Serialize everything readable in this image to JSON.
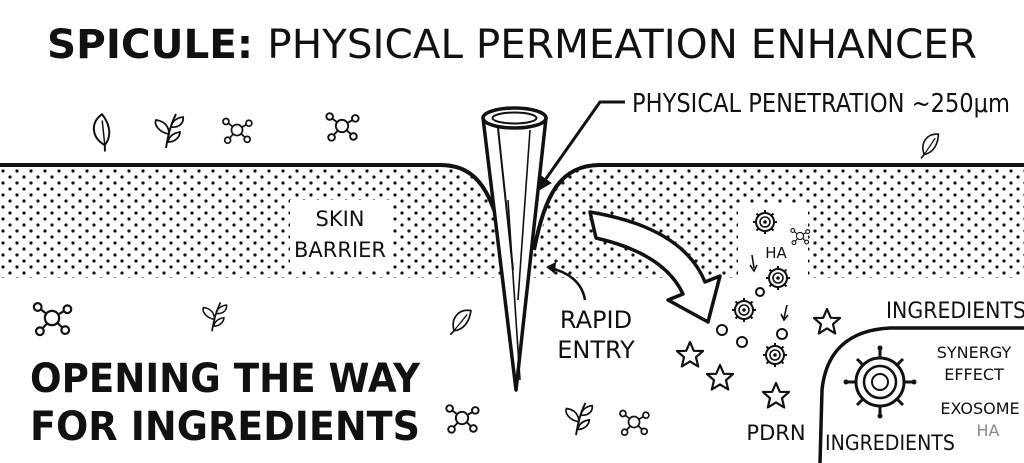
{
  "title": {
    "bold": "SPICULE:",
    "rest": "PHYSICAL PERMEATION ENHANCER"
  },
  "annotations": {
    "penetration": "PHYSICAL PENETRATION ~250μm",
    "skin_barrier_1": "SKIN",
    "skin_barrier_2": "BARRIER",
    "rapid_1": "RAPID",
    "rapid_2": "ENTRY",
    "ha": "HA",
    "pdrn": "PDRN"
  },
  "tagline": {
    "line1": "OPENING THE WAY",
    "line2": "FOR INGREDIENTS"
  },
  "ingredients_panel": {
    "header": "INGREDIENTS",
    "synergy_1": "SYNERGY",
    "synergy_2": "EFFECT",
    "exosome": "EXOSOME",
    "ha": "HA",
    "footer": "INGREDIENTS"
  },
  "colors": {
    "ink": "#111111",
    "paper": "#ffffff",
    "muted": "#888888"
  },
  "icons": [
    "leaf-icon",
    "sprig-icon",
    "molecule-icon",
    "spicule-needle",
    "curved-arrow-icon",
    "star-icon",
    "exosome-icon"
  ]
}
